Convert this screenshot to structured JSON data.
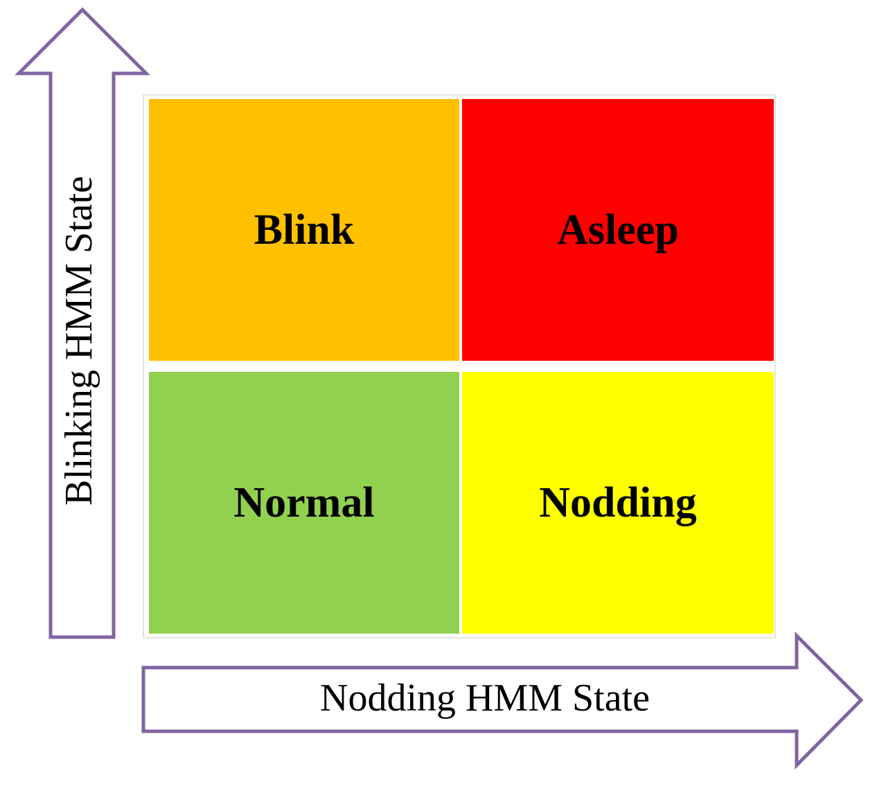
{
  "cells": {
    "blink": {
      "label": "Blink",
      "color": "#FFC000"
    },
    "asleep": {
      "label": "Asleep",
      "color": "#FF0000"
    },
    "normal": {
      "label": "Normal",
      "color": "#92D050"
    },
    "nodding": {
      "label": "Nodding",
      "color": "#FFFF00"
    }
  },
  "axes": {
    "y_label": "Blinking HMM State",
    "x_label": "Nodding HMM State",
    "arrow_outline_color": "#8064A2"
  }
}
